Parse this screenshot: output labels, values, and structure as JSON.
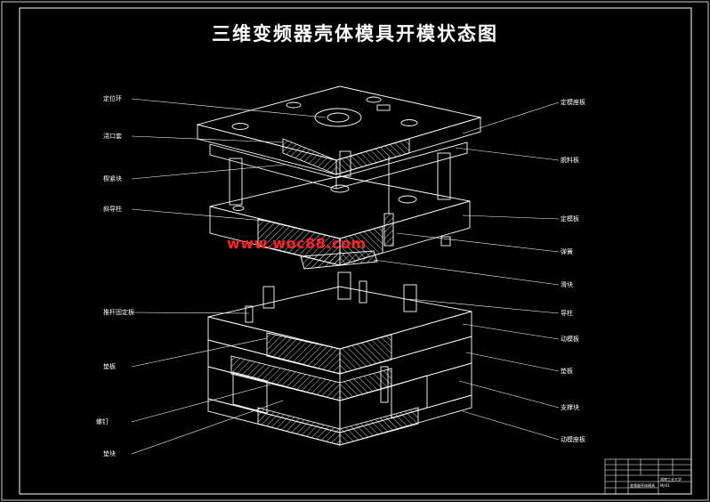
{
  "drawing": {
    "title": "三维变频器壳体模具开模状态图",
    "watermark": "www.woc88.com"
  },
  "callouts_left": [
    "定位环",
    "浇口套",
    "楔紧块",
    "斜导柱",
    "推杆固定板",
    "垫板",
    "螺钉",
    "垫块"
  ],
  "callouts_right": [
    "定模座板",
    "脱料板",
    "定模板",
    "弹簧",
    "滑块",
    "导柱",
    "动模板",
    "垫板",
    "支撑块",
    "动模座板"
  ],
  "title_block": {
    "school": "湖南工业大学",
    "project": "变频器壳体模具",
    "drawing_no": "MJ-01"
  },
  "colors": {
    "background": "#000000",
    "line": "#ffffff",
    "watermark": "#ff2020"
  }
}
